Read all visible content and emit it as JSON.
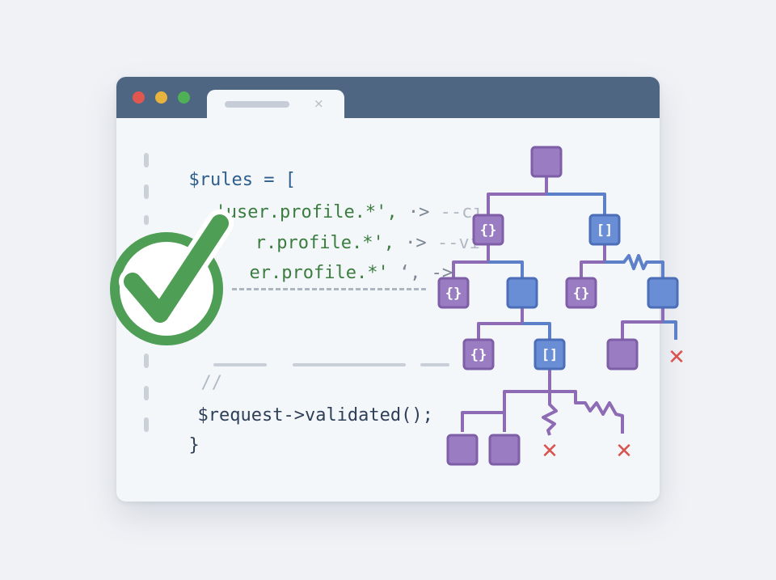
{
  "editor": {
    "tab_close_glyph": "×",
    "code": {
      "line1": "$rules = [",
      "line2_str": "'user.profile.*',",
      "line2_arrow": " ·>",
      "line2_cmt": " --cı",
      "line3_prefix": "'",
      "line3_str": "r.profile.*',",
      "line3_arrow": " ·>",
      "line3_cmt": " --vi",
      "line4_str": "er.profile.*'",
      "line4_rest": " ‘, ->",
      "line6": "//",
      "line7": "$request->validated();",
      "line8": "}"
    }
  },
  "tree": {
    "object_glyph": "{}",
    "array_glyph": "[]",
    "error_glyph": "✕",
    "colors": {
      "object": "#8e6cb5",
      "array": "#5d80c9",
      "error": "#d9534f",
      "check": "#4e9e55"
    }
  }
}
